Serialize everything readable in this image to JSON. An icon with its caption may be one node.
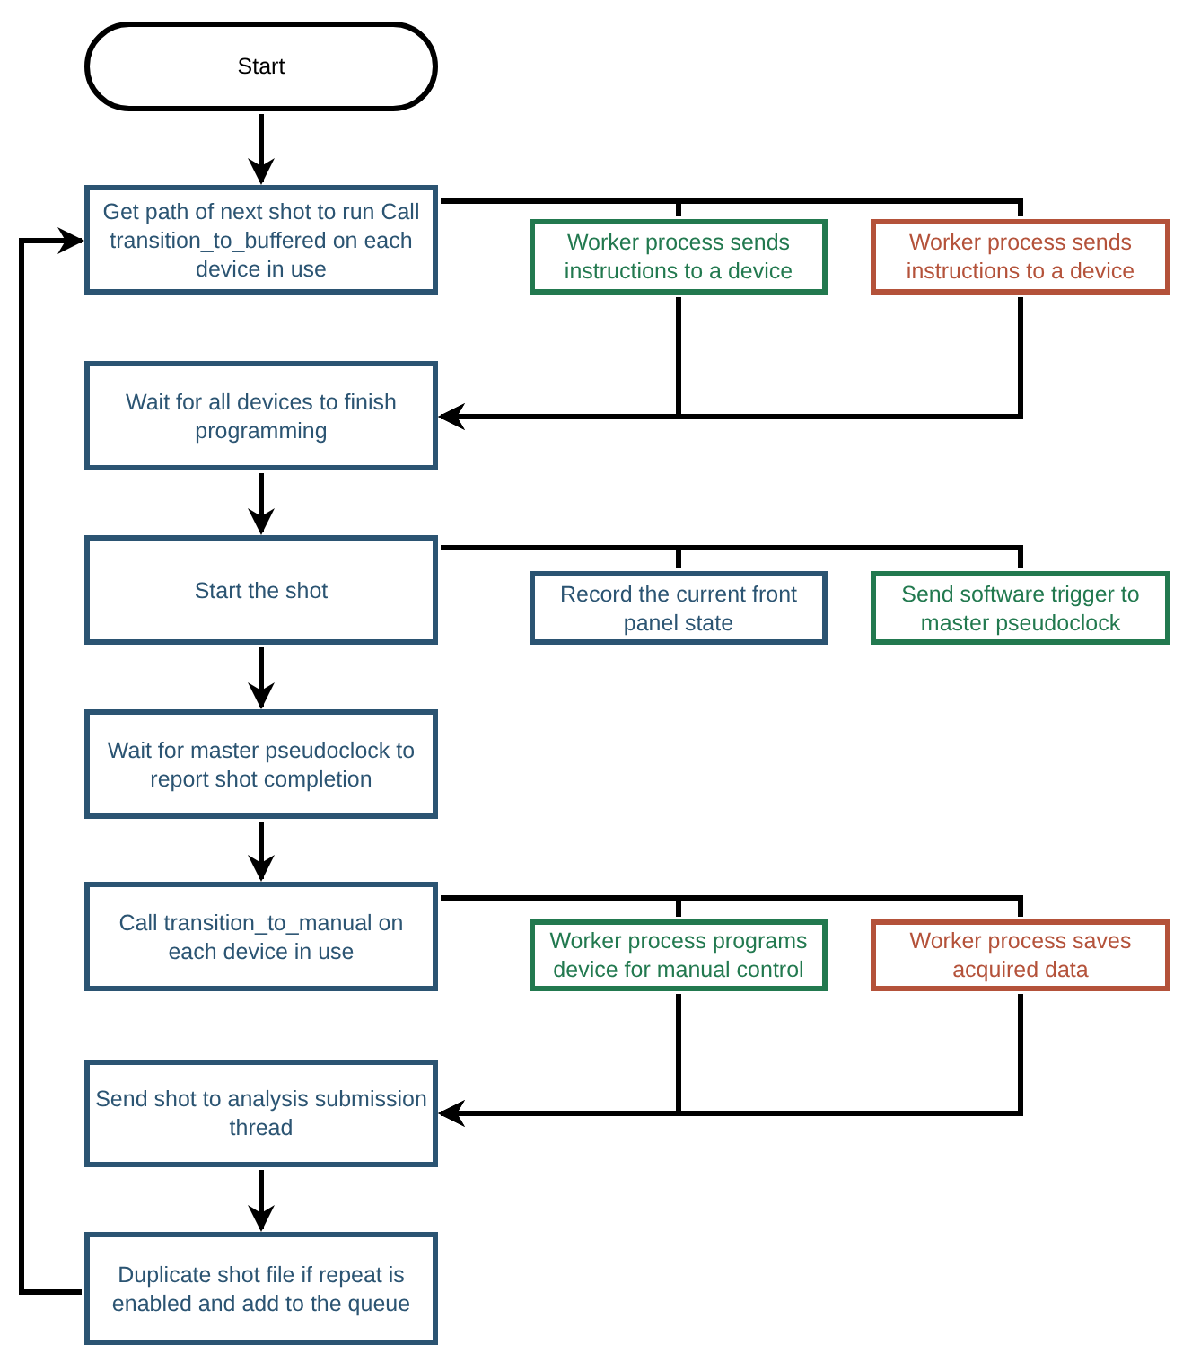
{
  "diagram": {
    "nodes": [
      {
        "text": [
          "Start"
        ]
      },
      {
        "text": [
          "Get path of next shot to run Call transition_to_buffered on each device in use"
        ]
      },
      {
        "text": [
          "Worker process sends instructions to a device"
        ]
      },
      {
        "text": [
          "Worker process sends instructions to a device"
        ]
      },
      {
        "text": [
          "Wait for all devices to finish programming"
        ]
      },
      {
        "text": [
          "Start the shot"
        ]
      },
      {
        "text": [
          "Record the current front panel state"
        ]
      },
      {
        "text": [
          "Send software trigger to master pseudoclock"
        ]
      },
      {
        "text": [
          "Wait for master pseudoclock to report shot completion"
        ]
      },
      {
        "text": [
          "Call transition_to_manual on each device in use"
        ]
      },
      {
        "text": [
          "Worker process programs device for manual control"
        ]
      },
      {
        "text": [
          "Worker process saves acquired data"
        ]
      },
      {
        "text": [
          "Send shot to analysis submission thread"
        ]
      },
      {
        "text": [
          "Duplicate shot file if repeat is enabled and add to the queue"
        ]
      }
    ],
    "edges": [
      {
        "from": 0,
        "to": 1,
        "arrow": "to"
      },
      {
        "from": 1,
        "to": 2,
        "arrow": "none"
      },
      {
        "from": 1,
        "to": 3,
        "arrow": "none"
      },
      {
        "from": 2,
        "to": 4,
        "arrow": "to"
      },
      {
        "from": 3,
        "to": 4,
        "arrow": "to"
      },
      {
        "from": 4,
        "to": 5,
        "arrow": "to"
      },
      {
        "from": 5,
        "to": 6,
        "arrow": "none"
      },
      {
        "from": 5,
        "to": 7,
        "arrow": "none"
      },
      {
        "from": 5,
        "to": 8,
        "arrow": "to"
      },
      {
        "from": 8,
        "to": 9,
        "arrow": "to"
      },
      {
        "from": 9,
        "to": 10,
        "arrow": "none"
      },
      {
        "from": 9,
        "to": 11,
        "arrow": "none"
      },
      {
        "from": 10,
        "to": 12,
        "arrow": "to"
      },
      {
        "from": 11,
        "to": 12,
        "arrow": "to"
      },
      {
        "from": 12,
        "to": 13,
        "arrow": "to"
      },
      {
        "from": 13,
        "to": 1,
        "arrow": "to"
      }
    ]
  }
}
